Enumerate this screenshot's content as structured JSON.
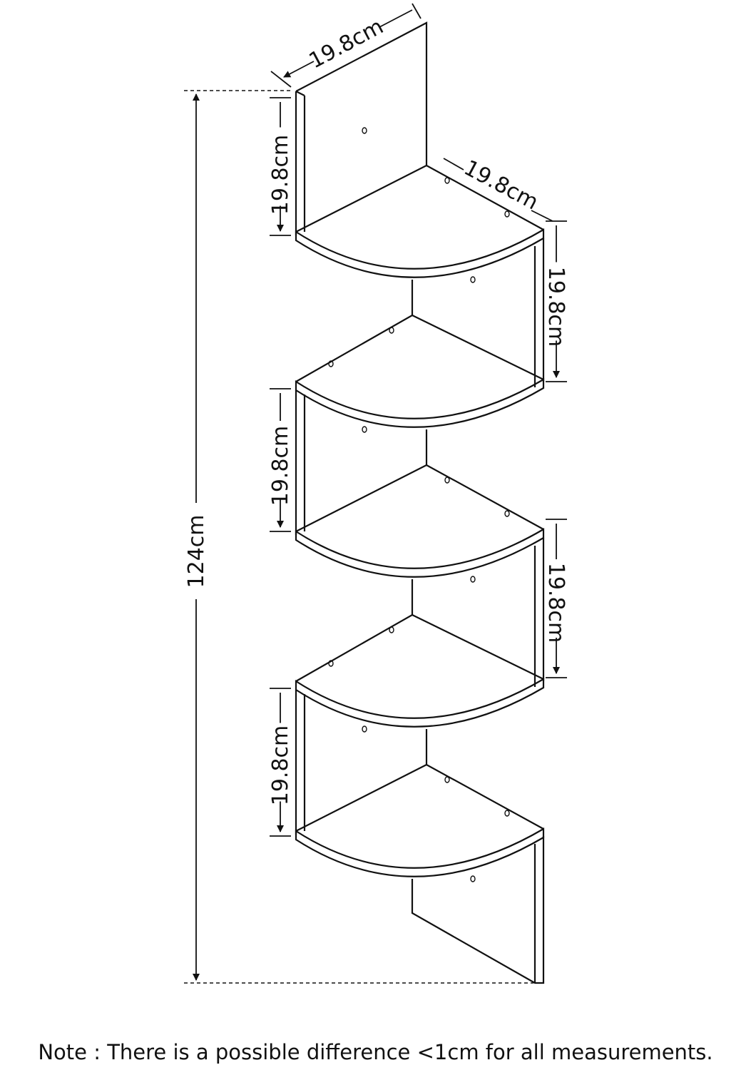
{
  "dimensions": {
    "total_height": "124cm",
    "top_width": "19.8cm",
    "depth": "19.8cm",
    "shelf_spacing": [
      "19.8cm",
      "19.8cm",
      "19.8cm",
      "19.8cm",
      "19.8cm"
    ]
  },
  "note": "Note : There is a possible difference <1cm for all measurements."
}
